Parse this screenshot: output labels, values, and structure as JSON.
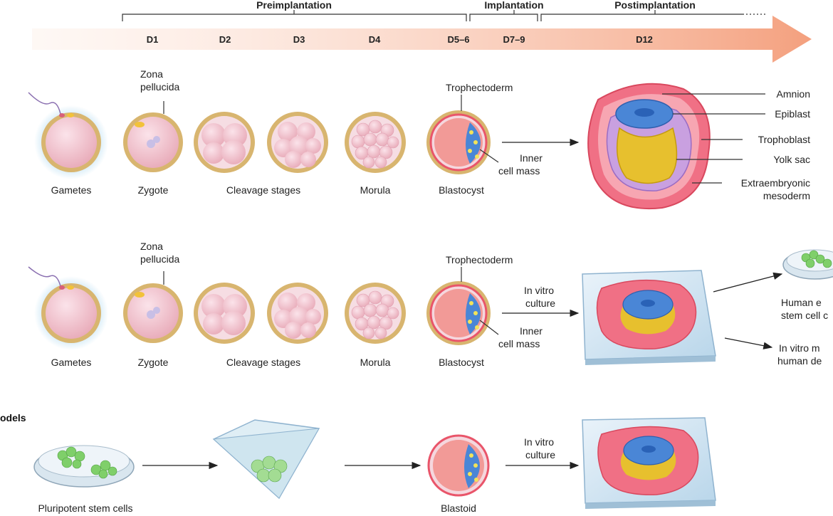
{
  "phases": [
    {
      "label": "Preimplantation"
    },
    {
      "label": "Implantation"
    },
    {
      "label": "Postimplantation"
    }
  ],
  "days": [
    "D1",
    "D2",
    "D3",
    "D4",
    "D5–6",
    "D7–9",
    "D12"
  ],
  "row1": {
    "labels": {
      "gametes": "Gametes",
      "zygote": "Zygote",
      "cleavage": "Cleavage stages",
      "morula": "Morula",
      "blastocyst": "Blastocyst",
      "zona_line1": "Zona",
      "zona_line2": "pellucida",
      "trophectoderm": "Trophectoderm",
      "icm_line1": "Inner",
      "icm_line2": "cell mass"
    },
    "embryo_labels": {
      "amnion": "Amnion",
      "epiblast": "Epiblast",
      "trophoblast": "Trophoblast",
      "yolk_sac": "Yolk sac",
      "exm_line1": "Extraembryonic",
      "exm_line2": "mesoderm"
    }
  },
  "row2": {
    "labels": {
      "gametes": "Gametes",
      "zygote": "Zygote",
      "cleavage": "Cleavage stages",
      "morula": "Morula",
      "blastocyst": "Blastocyst",
      "zona_line1": "Zona",
      "zona_line2": "pellucida",
      "trophectoderm": "Trophectoderm",
      "ivc_line1": "In vitro",
      "ivc_line2": "culture",
      "icm_line1": "Inner",
      "icm_line2": "cell mass",
      "hesc_line1": "Human e",
      "hesc_line2": "stem cell c",
      "ivm_line1": "In vitro m",
      "ivm_line2": "human de"
    }
  },
  "row3": {
    "section_title": "odels",
    "labels": {
      "psc": "Pluripotent stem cells",
      "blastoid": "Blastoid",
      "ivc_line1": "In vitro",
      "ivc_line2": "culture"
    }
  },
  "colors": {
    "arrow_start": "#fde3d6",
    "arrow_end": "#f4a07e",
    "zona": "#d8b56f",
    "cell": "#f3c9d2",
    "halo": "#bfe1f3",
    "trophoblast": "#e9556a",
    "epiblast": "#4a86d6",
    "yolk": "#e7c02e",
    "mesoderm": "#b88ad6",
    "stem_cell": "#7fcf6a"
  }
}
